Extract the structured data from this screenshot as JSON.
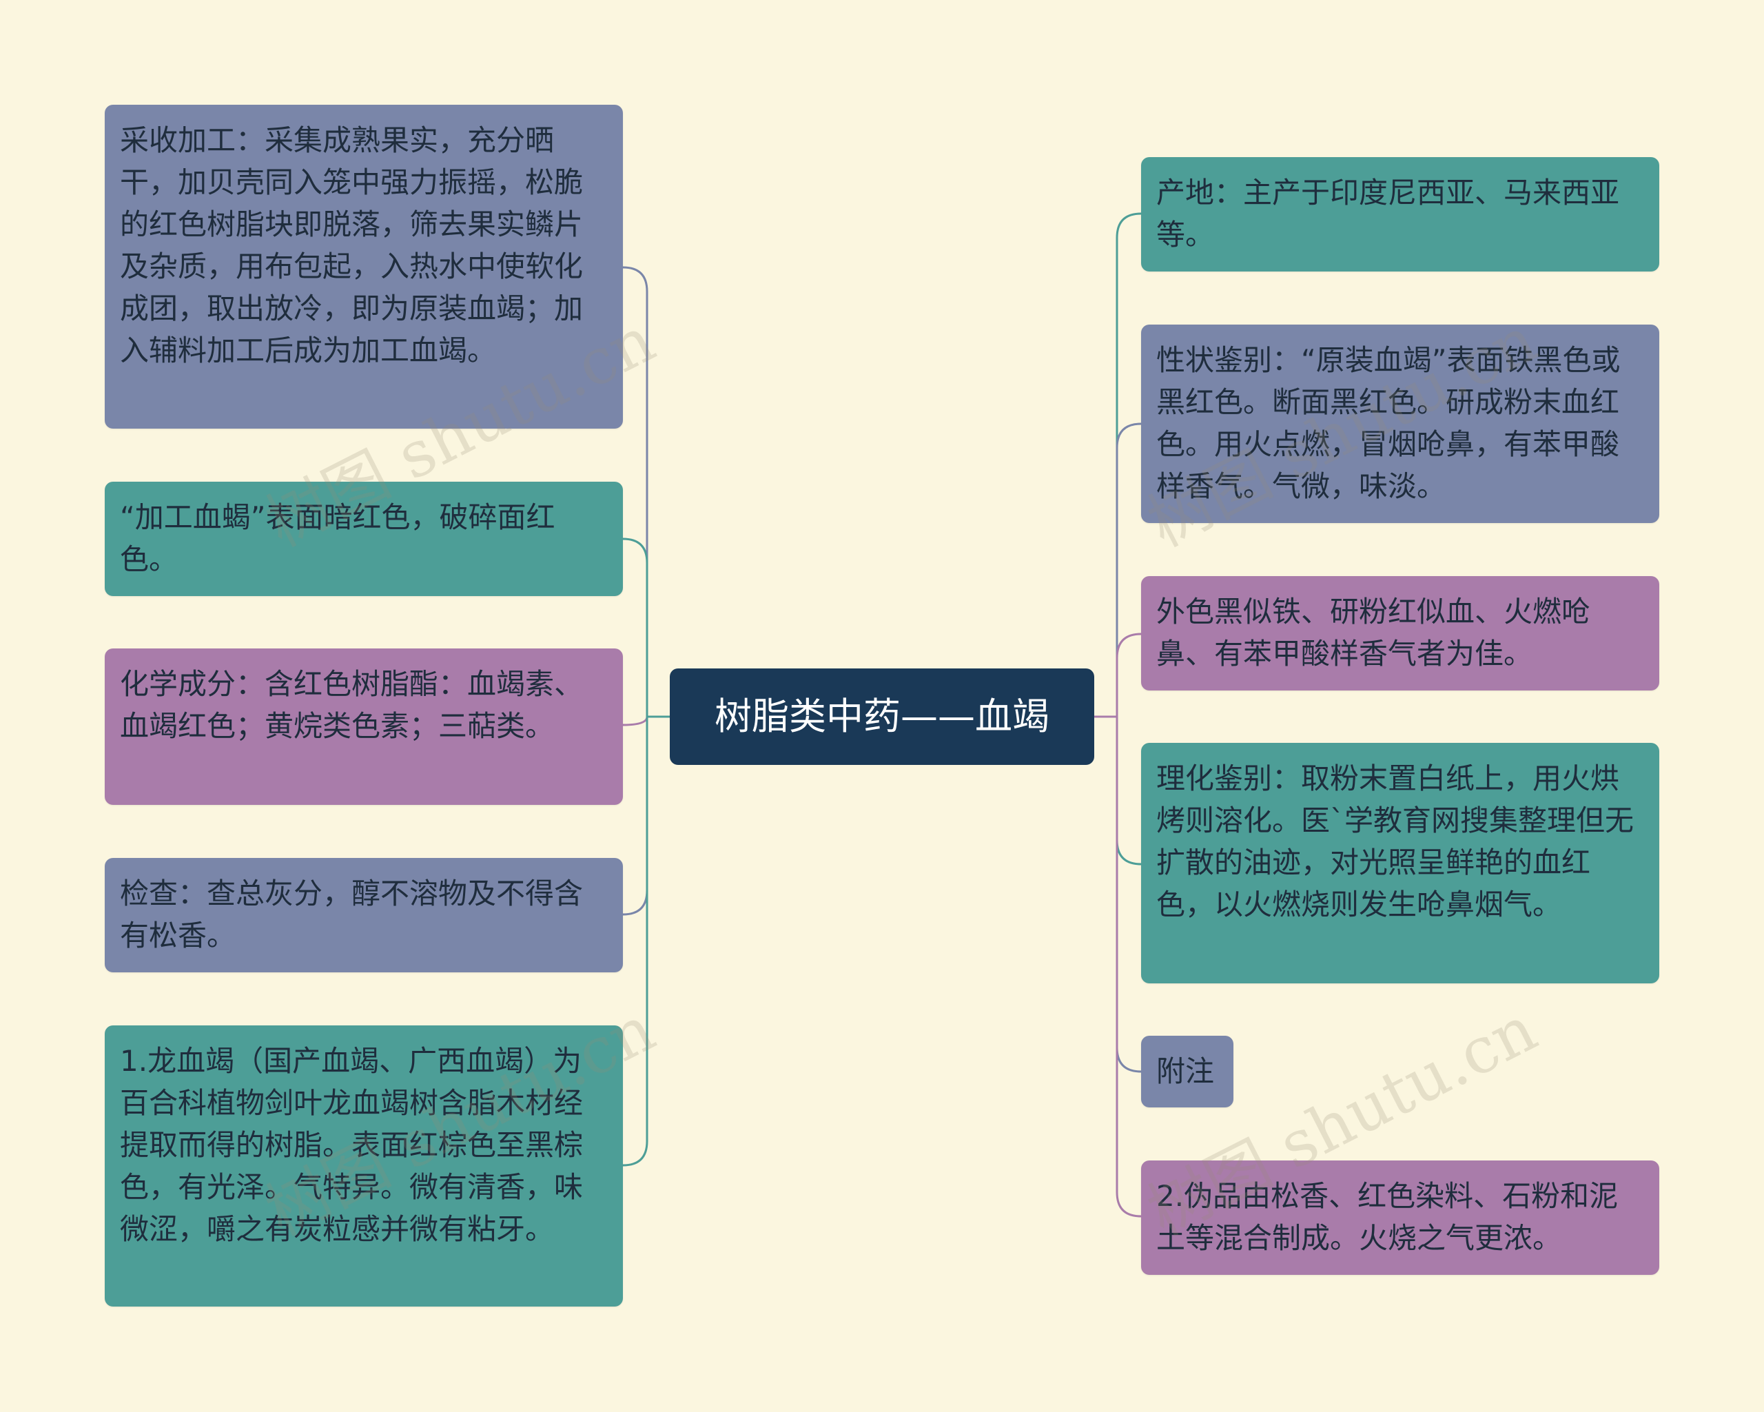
{
  "center": {
    "title": "树脂类中药——血竭"
  },
  "colors": {
    "background": "#fbf6df",
    "center": "#1a3957",
    "slate": "#7a86a9",
    "teal": "#4d9e97",
    "purple": "#a97caa"
  },
  "left_branches": [
    {
      "text": "采收加工：采集成熟果实，充分晒干，加贝壳同入笼中强力振摇，松脆的红色树脂块即脱落，筛去果实鳞片及杂质，用布包起，入热水中使软化成团，取出放冷，即为原装血竭；加入辅料加工后成为加工血竭。",
      "color": "slate"
    },
    {
      "text": "“加工血蝎”表面暗红色，破碎面红色。",
      "color": "teal"
    },
    {
      "text": "化学成分：含红色树脂酯：血竭素、血竭红色；黄烷类色素；三萜类。",
      "color": "purple"
    },
    {
      "text": "检查：查总灰分，醇不溶物及不得含有松香。",
      "color": "slate"
    },
    {
      "text": "1.龙血竭（国产血竭、广西血竭）为百合科植物剑叶龙血竭树含脂木材经提取而得的树脂。表面红棕色至黑棕色，有光泽。气特异。微有清香，味微涩，嚼之有炭粒感并微有粘牙。",
      "color": "teal"
    }
  ],
  "right_branches": [
    {
      "text": "产地：主产于印度尼西亚、马来西亚等。",
      "color": "teal"
    },
    {
      "text": "性状鉴别：“原装血竭”表面铁黑色或黑红色。断面黑红色。研成粉末血红色。用火点燃，冒烟呛鼻，有苯甲酸样香气。气微，味淡。",
      "color": "slate"
    },
    {
      "text": "外色黑似铁、研粉红似血、火燃呛鼻、有苯甲酸样香气者为佳。",
      "color": "purple"
    },
    {
      "text": "理化鉴别：取粉末置白纸上，用火烘烤则溶化。医`学教育网搜集整理但无扩散的油迹，对光照呈鲜艳的血红色，以火燃烧则发生呛鼻烟气。",
      "color": "teal"
    },
    {
      "text": "附注",
      "color": "slate"
    },
    {
      "text": "2.伪品由松香、红色染料、石粉和泥土等混合制成。火烧之气更浓。",
      "color": "purple"
    }
  ],
  "watermarks": [
    "树图 shutu.cn",
    "树图 shutu.cn",
    "树图 shutu.cn",
    "树图 shutu.cn"
  ]
}
